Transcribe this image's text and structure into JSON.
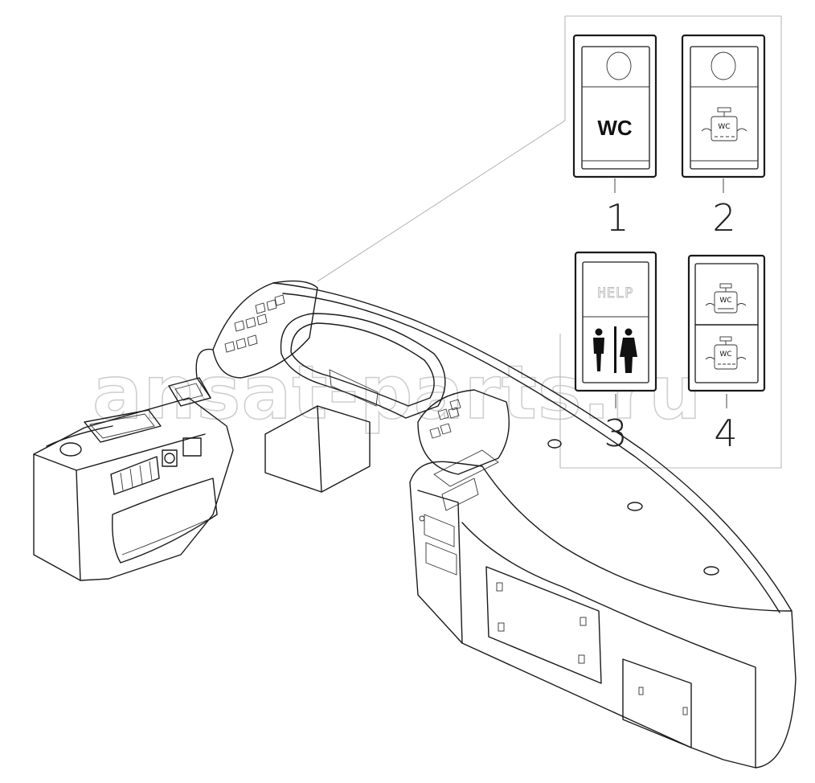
{
  "watermark": "ansat-parts.ru",
  "callouts": [
    "1",
    "2",
    "3",
    "4"
  ],
  "switches": {
    "s1_label": "WC",
    "s2_label": "WC",
    "s3_label": "HELP",
    "s4_top_label": "WC",
    "s4_bottom_label": "WC"
  },
  "icons": [
    "wc-flush-icon",
    "restroom-people-icon",
    "indicator-lamp-icon"
  ]
}
